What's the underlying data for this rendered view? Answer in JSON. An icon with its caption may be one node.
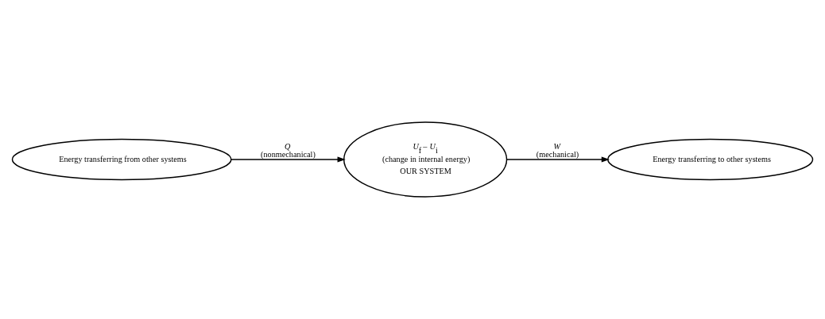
{
  "diagram": {
    "nodes": [
      {
        "text": [
          "Energy transferring from other systems"
        ]
      },
      {
        "text": [
          "*U*$_{f}$ – *U*$_{i}$",
          "(change in internal energy)",
          "OUR SYSTEM"
        ]
      },
      {
        "text": [
          "Energy transferring to other systems"
        ]
      }
    ],
    "edges": [
      {
        "from": 0,
        "to": 1,
        "arrow": "to",
        "label": "*Q* (nonmechanical)"
      },
      {
        "from": 1,
        "to": 2,
        "arrow": "to",
        "label": "*W* (mechanical)"
      }
    ]
  }
}
